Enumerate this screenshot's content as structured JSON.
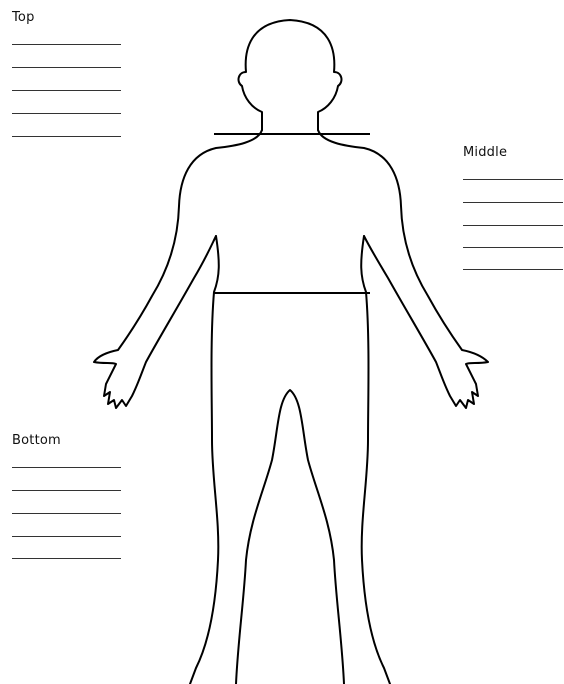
{
  "labels": {
    "top": "Top",
    "middle": "Middle",
    "bottom": "Bottom"
  },
  "blank_lines_per_section": 5,
  "colors": {
    "outline": "#000000",
    "writing_lines": "#333333",
    "background": "#ffffff"
  }
}
